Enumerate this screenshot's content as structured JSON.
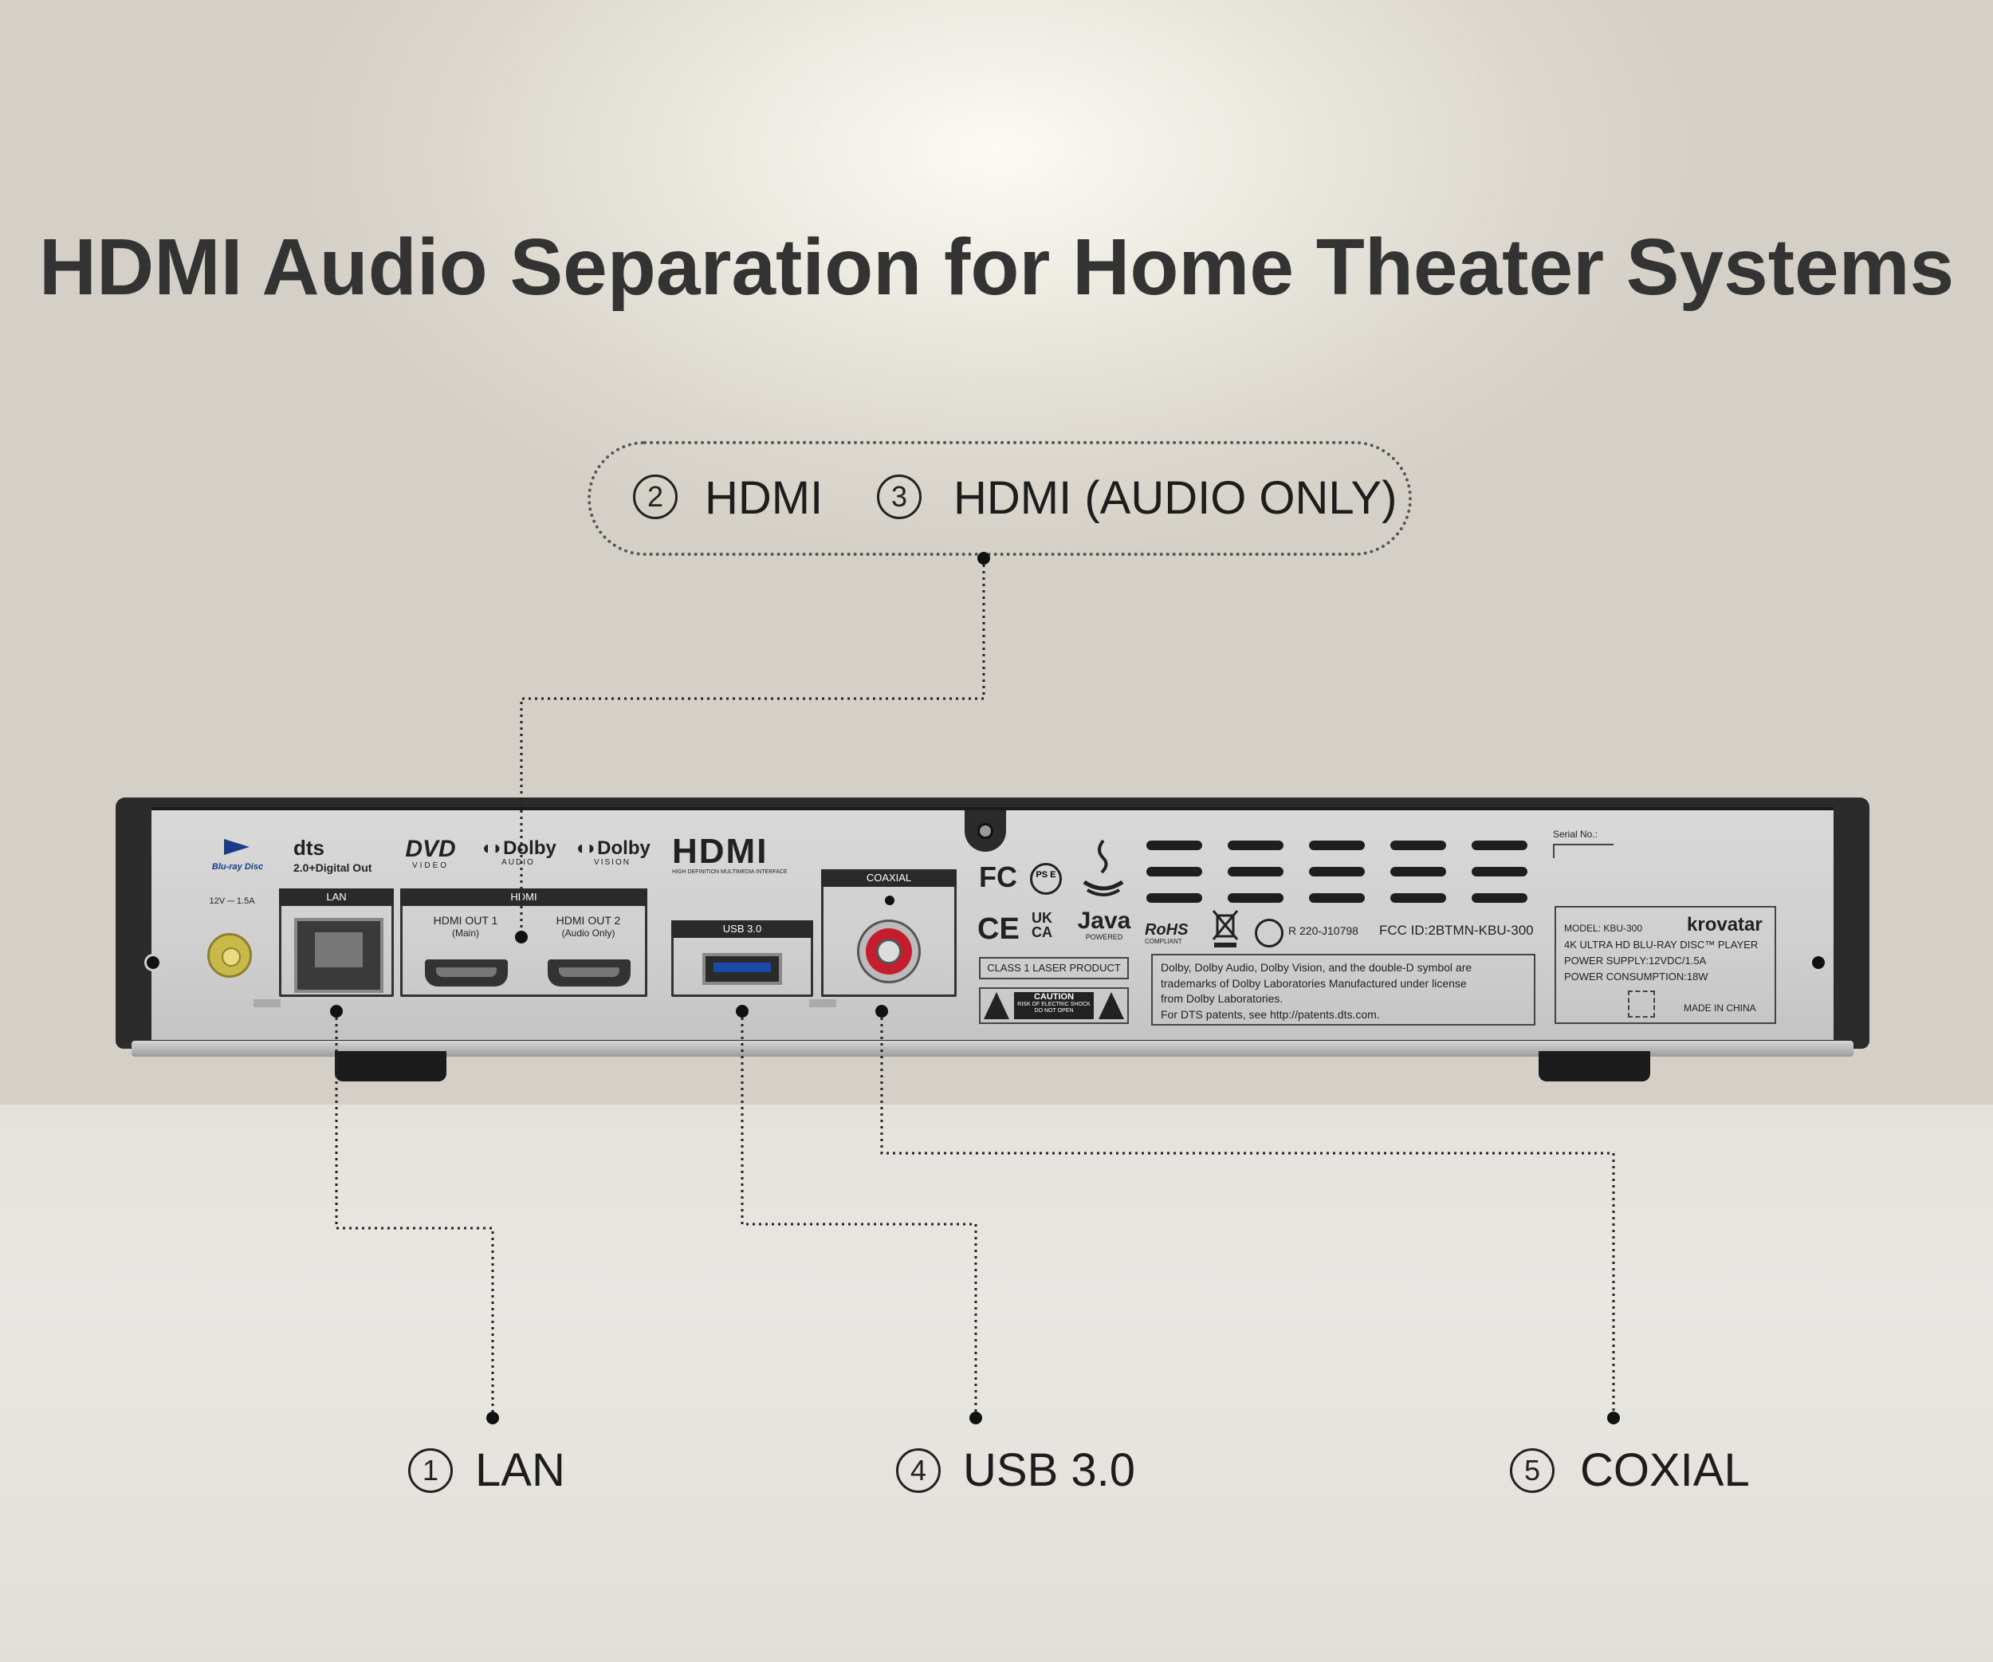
{
  "title": "HDMI Audio Separation for Home Theater Systems",
  "callouts": {
    "hdmi": {
      "num": "2",
      "label": "HDMI"
    },
    "hdmi_audio": {
      "num": "3",
      "label": "HDMI (AUDIO ONLY)"
    },
    "lan": {
      "num": "1",
      "label": "LAN"
    },
    "usb": {
      "num": "4",
      "label": "USB 3.0"
    },
    "coaxial": {
      "num": "5",
      "label": "COXIAL"
    }
  },
  "panel": {
    "bluray": "Blu-ray Disc",
    "dts": "dts",
    "dts_sub": "2.0+Digital Out",
    "dvd": "DVD",
    "dvd_sub": "VIDEO",
    "dolby_audio": "Dolby",
    "dolby_audio_sub": "AUDIO",
    "dolby_vision": "Dolby",
    "dolby_vision_sub": "VISION",
    "hdmi_logo": "HDMI",
    "hdmi_logo_sub": "HIGH DEFINITION MULTIMEDIA INTERFACE",
    "power": "12V ⎓ 1.5A",
    "lan_head": "LAN",
    "hdmi_head": "HDMI",
    "hdmi_out1": "HDMI OUT 1",
    "hdmi_out1_sub": "(Main)",
    "hdmi_out2": "HDMI OUT 2",
    "hdmi_out2_sub": "(Audio Only)",
    "usb_head": "USB 3.0",
    "coaxial_head": "COAXIAL",
    "fc": "FC",
    "pse": "PS E",
    "ce": "CE",
    "ukca": "UK CA",
    "java": "Java",
    "java_sub": "POWERED",
    "rohs": "RoHS",
    "rohs_sub": "COMPLIANT",
    "reg": "R 220-J10798",
    "fcc_id": "FCC ID:2BTMN-KBU-300",
    "laser": "CLASS 1 LASER PRODUCT",
    "caution": "CAUTION",
    "caution_sub": "RISK OF ELECTRIC SHOCK DO NOT OPEN",
    "dolby_text_1": "Dolby, Dolby Audio, Dolby Vision, and the double-D symbol are",
    "dolby_text_2": "trademarks of Dolby Laboratories Manufactured under license",
    "dolby_text_3": "from Dolby Laboratories.",
    "dolby_text_4": "For DTS patents, see http://patents.dts.com.",
    "serial": "Serial No.:",
    "model": "MODEL: KBU-300",
    "brand": "krovatar",
    "product": "4K ULTRA HD BLU-RAY DISC™ PLAYER",
    "supply": "POWER SUPPLY:12VDC/1.5A",
    "consumption": "POWER CONSUMPTION:18W",
    "made_in": "MADE IN CHINA"
  }
}
